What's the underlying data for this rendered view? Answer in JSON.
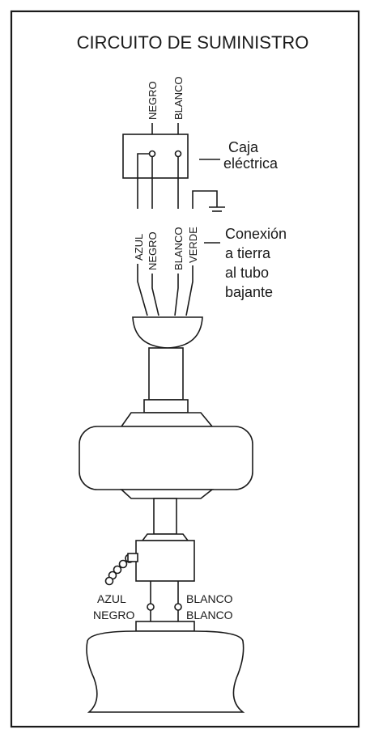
{
  "title": "CIRCUITO DE SUMINISTRO",
  "supply_wires": {
    "black": "NEGRO",
    "white": "BLANCO"
  },
  "junction_box_label": [
    "Caja",
    "eléctrica"
  ],
  "fan_wires": {
    "blue": "AZUL",
    "black": "NEGRO",
    "white": "BLANCO",
    "green": "VERDE"
  },
  "ground_label": [
    "Conexión",
    "a tierra",
    "al tubo",
    "bajante"
  ],
  "light_kit_left": [
    "AZUL",
    "NEGRO"
  ],
  "light_kit_right": [
    "BLANCO",
    "BLANCO"
  ]
}
